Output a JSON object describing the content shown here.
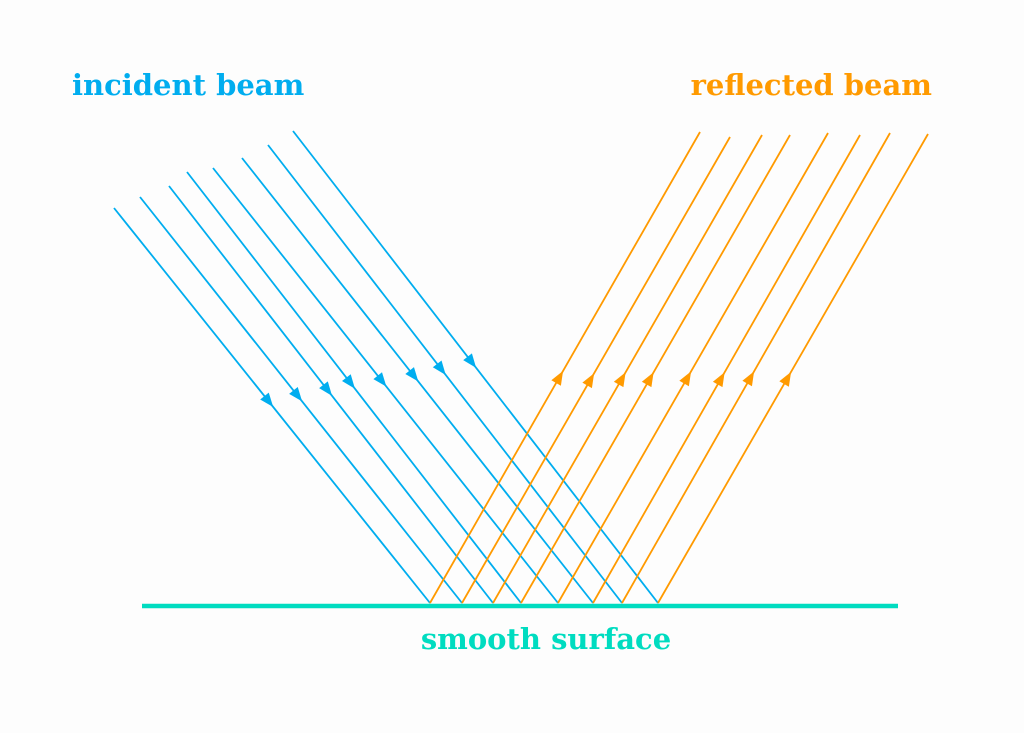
{
  "labels": {
    "incident": "incident beam",
    "reflected": "reflected beam",
    "surface": "smooth surface"
  },
  "colors": {
    "incident": "#00adef",
    "reflected": "#ff9a00",
    "surface": "#00dcc0"
  },
  "ray_count": 8
}
